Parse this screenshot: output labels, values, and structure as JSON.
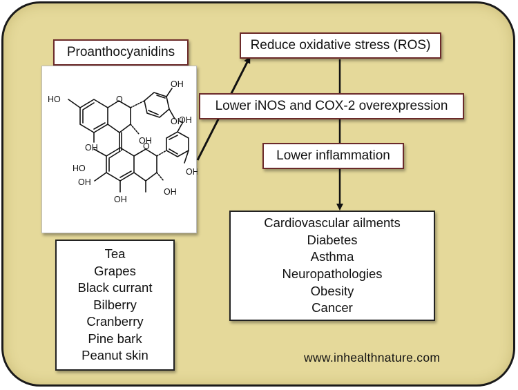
{
  "compound": {
    "name": "Proanthocyanidins"
  },
  "structure": {
    "labels": [
      "OH",
      "OH",
      "OH",
      "HO",
      "O",
      "OH",
      "OH",
      "HO",
      "OH",
      "OH",
      "O",
      "OH",
      "OH"
    ]
  },
  "pathway": {
    "step1": "Reduce oxidative stress (ROS)",
    "step2": "Lower iNOS and COX-2 overexpression",
    "step3": "Lower inflammation"
  },
  "sources": [
    "Tea",
    "Grapes",
    "Black currant",
    "Bilberry",
    "Cranberry",
    "Pine bark",
    "Peanut skin"
  ],
  "diseases": [
    "Cardiovascular ailments",
    "Diabetes",
    "Asthma",
    "Neuropathologies",
    "Obesity",
    "Cancer"
  ],
  "footer": {
    "website": "www.inhealthnature.com"
  },
  "colors": {
    "background": "#e5d99a",
    "border": "#1a1a1a",
    "box_border_accent": "#6b2a2a"
  }
}
